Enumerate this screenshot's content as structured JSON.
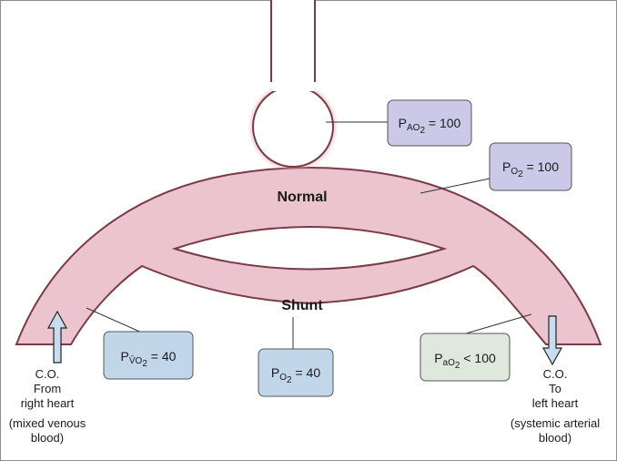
{
  "labels": {
    "normal": "Normal",
    "shunt": "Shunt"
  },
  "boxes": {
    "pAO2": {
      "main": "P",
      "sub": "AO",
      "sub2": "2",
      "rest": " = 100"
    },
    "pO2_normal": {
      "main": "P",
      "sub": "O",
      "sub2": "2",
      "rest": " = 100"
    },
    "pvO2": {
      "main": "P",
      "sub": "V̄O",
      "sub2": "2",
      "rest": " = 40"
    },
    "pO2_shunt": {
      "main": "P",
      "sub": "O",
      "sub2": "2",
      "rest": " = 40"
    },
    "paO2": {
      "main": "P",
      "sub": "aO",
      "sub2": "2",
      "rest": " < 100"
    }
  },
  "left_side": {
    "line1": "C.O.",
    "line2": "From",
    "line3": "right heart",
    "line4": "(mixed venous",
    "line5": "blood)"
  },
  "right_side": {
    "line1": "C.O.",
    "line2": "To",
    "line3": "left heart",
    "line4": "(systemic arterial",
    "line5": "blood)"
  },
  "colors": {
    "vessel_fill": "#ebc4cf",
    "vessel_stroke": "#7a3b45",
    "blue_box": "#c2d6ea",
    "purple_box": "#ccc8e8",
    "green_box": "#dfe8dd",
    "arrow_fill": "#c8dcef"
  }
}
